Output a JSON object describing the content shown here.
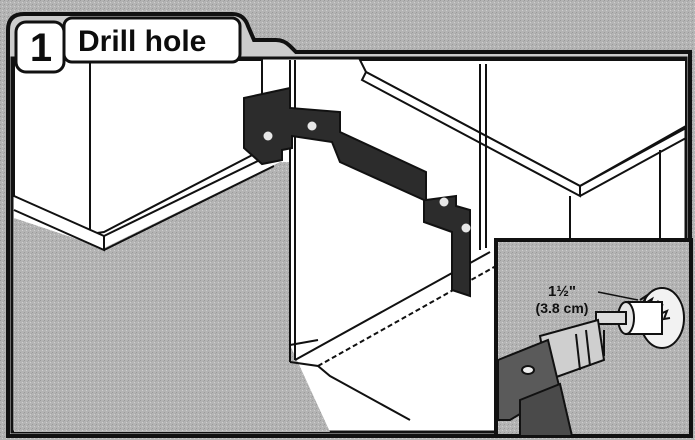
{
  "step": {
    "number": "1",
    "title": "Drill hole"
  },
  "callout": {
    "size_imperial": "1½\"",
    "size_metric": "(3.8 cm)"
  },
  "colors": {
    "background": "#b9b9b9",
    "outline": "#111111",
    "cabinet": "#ffffff",
    "bracket": "#2c2c2c",
    "floor": "#b3b3b3"
  },
  "icons": {
    "drill": "power-drill-icon",
    "hole_saw": "hole-saw-icon"
  }
}
